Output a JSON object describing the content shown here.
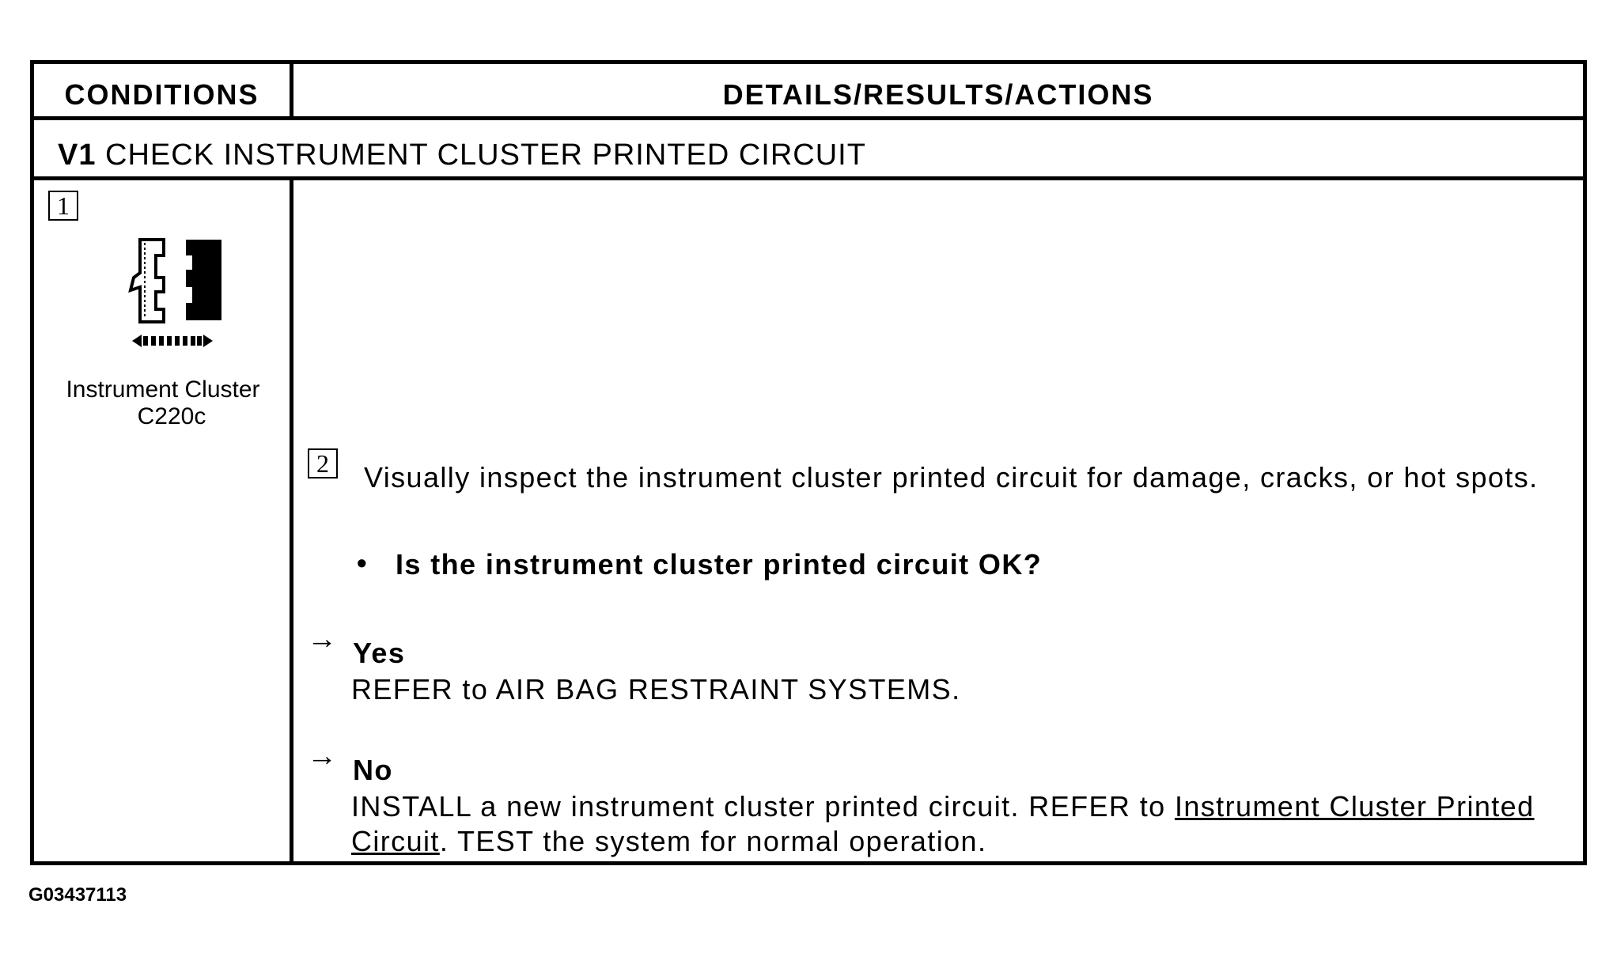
{
  "table": {
    "col_conditions": "CONDITIONS",
    "col_details": "DETAILS/RESULTS/ACTIONS"
  },
  "section": {
    "code": "V1",
    "title": "CHECK INSTRUMENT CLUSTER PRINTED CIRCUIT"
  },
  "condition": {
    "step_number": "1",
    "connector_icon": "connector-disconnect-icon",
    "component_name": "Instrument Cluster",
    "connector_code": "C220c"
  },
  "details": {
    "step_number": "2",
    "instruction": "Visually inspect the instrument cluster printed circuit for damage, cracks, or hot spots.",
    "bullet": "•",
    "question": "Is the instrument cluster printed circuit OK?",
    "arrow_glyph": "→",
    "yes_label": "Yes",
    "yes_action": "REFER to AIR BAG RESTRAINT SYSTEMS.",
    "no_label": "No",
    "no_action_prefix": "INSTALL a new instrument cluster printed circuit. REFER to ",
    "no_link_part1": "Instrument Cluster Printed",
    "no_link_part2": "Circuit",
    "no_action_suffix": ". TEST the system for normal operation."
  },
  "figure_id": "G03437113"
}
